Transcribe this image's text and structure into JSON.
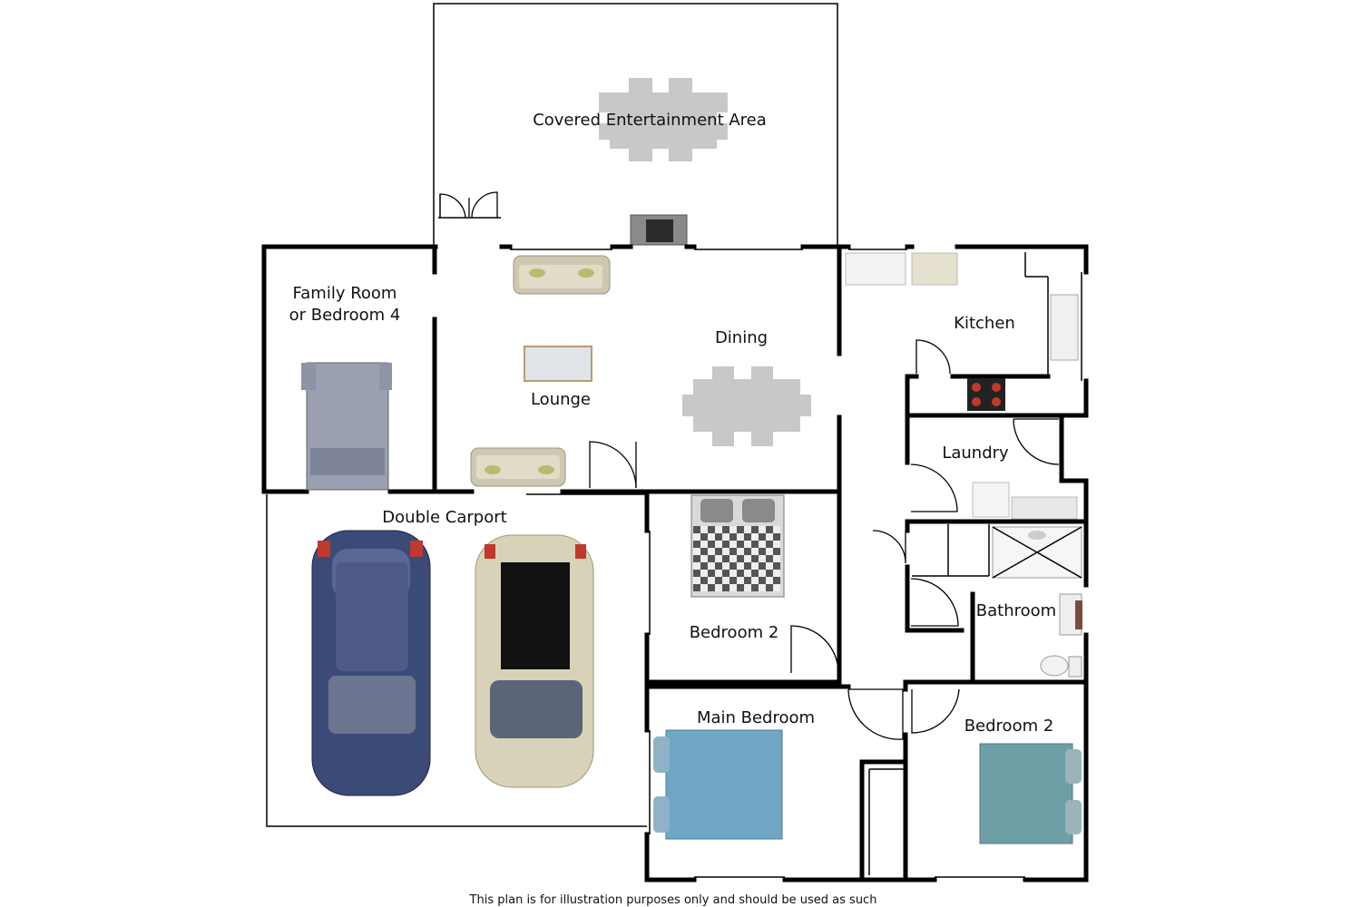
{
  "rooms": {
    "entertainment": "Covered Entertainment Area",
    "family_line1": "Family Room",
    "family_line2": "or Bedroom 4",
    "lounge": "Lounge",
    "dining": "Dining",
    "kitchen": "Kitchen",
    "laundry": "Laundry",
    "bathroom": "Bathroom",
    "carport": "Double Carport",
    "bedroom2_center": "Bedroom 2",
    "main_bedroom": "Main Bedroom",
    "bedroom2_right": "Bedroom 2"
  },
  "disclaimer": "This plan is for illustration purposes only and should be used as such",
  "colors": {
    "wall": "#000000",
    "bed_blue": "#6fa6c4",
    "bed_teal": "#6e9ea6",
    "bed_grey": "#8f93a6",
    "car_blue": "#3c4a78",
    "car_beige": "#d8d2b8",
    "table_grey": "#c8c8c8",
    "sofa": "#cfc8b0"
  }
}
